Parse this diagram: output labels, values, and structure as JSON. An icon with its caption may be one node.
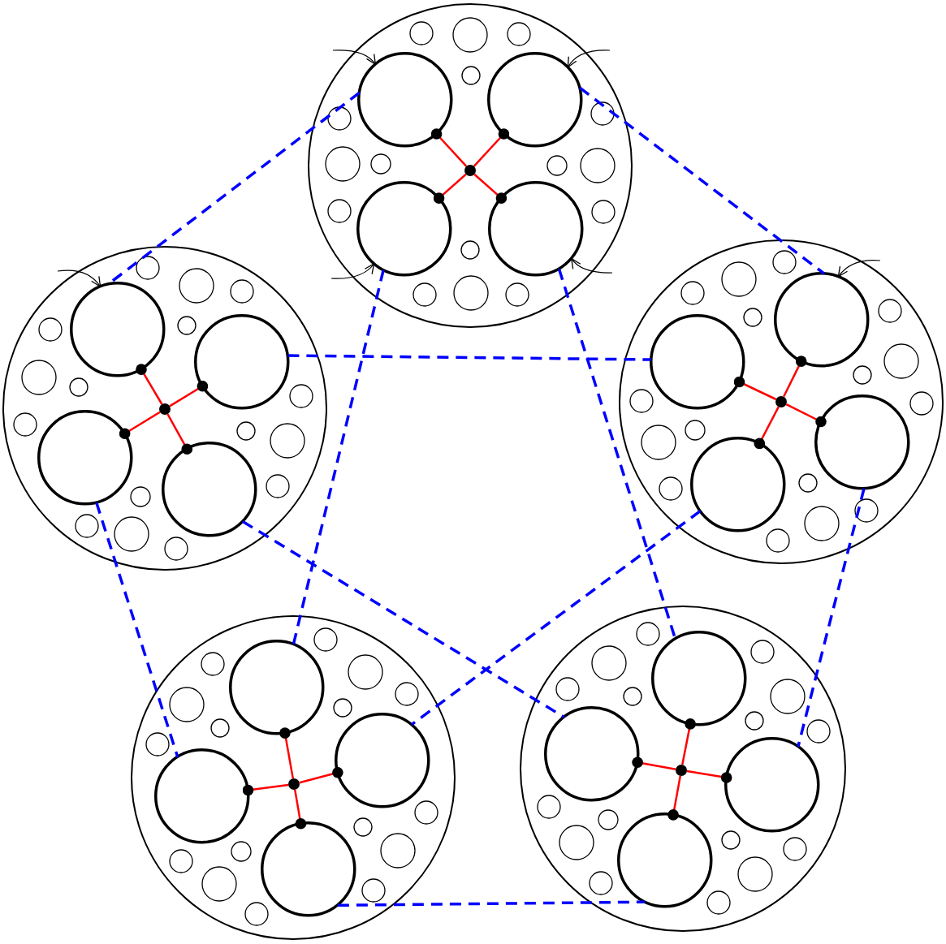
{
  "diagram": {
    "nodes": [
      {
        "text": [],
        "shape": "circle"
      },
      {
        "text": [],
        "shape": "circle",
        "in": 0
      },
      {
        "text": [],
        "shape": "circle",
        "in": 0
      },
      {
        "text": [],
        "shape": "dot",
        "in": 0
      },
      {
        "text": [],
        "shape": "circle",
        "in": 0
      },
      {
        "text": [],
        "shape": "circle",
        "in": 0
      },
      {
        "text": [],
        "shape": "circle"
      },
      {
        "text": [],
        "shape": "circle",
        "in": 6
      },
      {
        "text": [],
        "shape": "circle",
        "in": 6
      },
      {
        "text": [],
        "shape": "dot",
        "in": 6
      },
      {
        "text": [],
        "shape": "circle",
        "in": 6
      },
      {
        "text": [],
        "shape": "circle",
        "in": 6
      },
      {
        "text": [],
        "shape": "circle"
      },
      {
        "text": [],
        "shape": "circle",
        "in": 12
      },
      {
        "text": [],
        "shape": "circle",
        "in": 12
      },
      {
        "text": [],
        "shape": "dot",
        "in": 12
      },
      {
        "text": [],
        "shape": "circle",
        "in": 12
      },
      {
        "text": [],
        "shape": "circle",
        "in": 12
      },
      {
        "text": [],
        "shape": "circle"
      },
      {
        "text": [],
        "shape": "circle",
        "in": 18
      },
      {
        "text": [],
        "shape": "circle",
        "in": 18
      },
      {
        "text": [],
        "shape": "dot",
        "in": 18
      },
      {
        "text": [],
        "shape": "circle",
        "in": 18
      },
      {
        "text": [],
        "shape": "circle",
        "in": 18
      },
      {
        "text": [],
        "shape": "circle"
      },
      {
        "text": [],
        "shape": "circle",
        "in": 24
      },
      {
        "text": [],
        "shape": "circle",
        "in": 24
      },
      {
        "text": [],
        "shape": "dot",
        "in": 24
      },
      {
        "text": [],
        "shape": "circle",
        "in": 24
      },
      {
        "text": [],
        "shape": "circle",
        "in": 24
      }
    ],
    "edges": [
      {
        "from": 3,
        "to": 1,
        "arrow": "other"
      },
      {
        "from": 3,
        "to": 2,
        "arrow": "other"
      },
      {
        "from": 3,
        "to": 4,
        "arrow": "other"
      },
      {
        "from": 3,
        "to": 5,
        "arrow": "other"
      },
      {
        "from": 9,
        "to": 7,
        "arrow": "other"
      },
      {
        "from": 9,
        "to": 8,
        "arrow": "other"
      },
      {
        "from": 9,
        "to": 10,
        "arrow": "other"
      },
      {
        "from": 9,
        "to": 11,
        "arrow": "other"
      },
      {
        "from": 15,
        "to": 13,
        "arrow": "other"
      },
      {
        "from": 15,
        "to": 14,
        "arrow": "other"
      },
      {
        "from": 15,
        "to": 16,
        "arrow": "other"
      },
      {
        "from": 15,
        "to": 17,
        "arrow": "other"
      },
      {
        "from": 21,
        "to": 19,
        "arrow": "other"
      },
      {
        "from": 21,
        "to": 20,
        "arrow": "other"
      },
      {
        "from": 21,
        "to": 22,
        "arrow": "other"
      },
      {
        "from": 21,
        "to": 23,
        "arrow": "other"
      },
      {
        "from": 27,
        "to": 25,
        "arrow": "other"
      },
      {
        "from": 27,
        "to": 26,
        "arrow": "other"
      },
      {
        "from": 27,
        "to": 28,
        "arrow": "other"
      },
      {
        "from": 27,
        "to": 29,
        "arrow": "other"
      },
      {
        "from": 1,
        "to": 7,
        "arrow": "none",
        "style": "dashed",
        "color": "#0000ff"
      },
      {
        "from": 2,
        "to": 13,
        "arrow": "none",
        "style": "dashed",
        "color": "#0000ff"
      },
      {
        "from": 4,
        "to": 19,
        "arrow": "none",
        "style": "dashed",
        "color": "#0000ff"
      },
      {
        "from": 5,
        "to": 25,
        "arrow": "none",
        "style": "dashed",
        "color": "#0000ff"
      },
      {
        "from": 8,
        "to": 14,
        "arrow": "none",
        "style": "dashed",
        "color": "#0000ff"
      },
      {
        "from": 11,
        "to": 26,
        "arrow": "none",
        "style": "dashed",
        "color": "#0000ff"
      },
      {
        "from": 10,
        "to": 20,
        "arrow": "none",
        "style": "dashed",
        "color": "#0000ff"
      },
      {
        "from": 17,
        "to": 22,
        "arrow": "none",
        "style": "dashed",
        "color": "#0000ff"
      },
      {
        "from": 16,
        "to": 28,
        "arrow": "none",
        "style": "dashed",
        "color": "#0000ff"
      },
      {
        "from": 23,
        "to": 29,
        "arrow": "none",
        "style": "dashed",
        "color": "#0000ff"
      },
      {
        "from": null,
        "to": 1,
        "arrow": "to",
        "color": "#000000"
      },
      {
        "from": null,
        "to": 2,
        "arrow": "to",
        "color": "#000000"
      },
      {
        "from": null,
        "to": 4,
        "arrow": "to",
        "color": "#000000"
      },
      {
        "from": null,
        "to": 5,
        "arrow": "to",
        "color": "#000000"
      },
      {
        "from": null,
        "to": 7,
        "arrow": "to",
        "color": "#000000"
      },
      {
        "from": null,
        "to": 13,
        "arrow": "to",
        "color": "#000000"
      }
    ]
  }
}
